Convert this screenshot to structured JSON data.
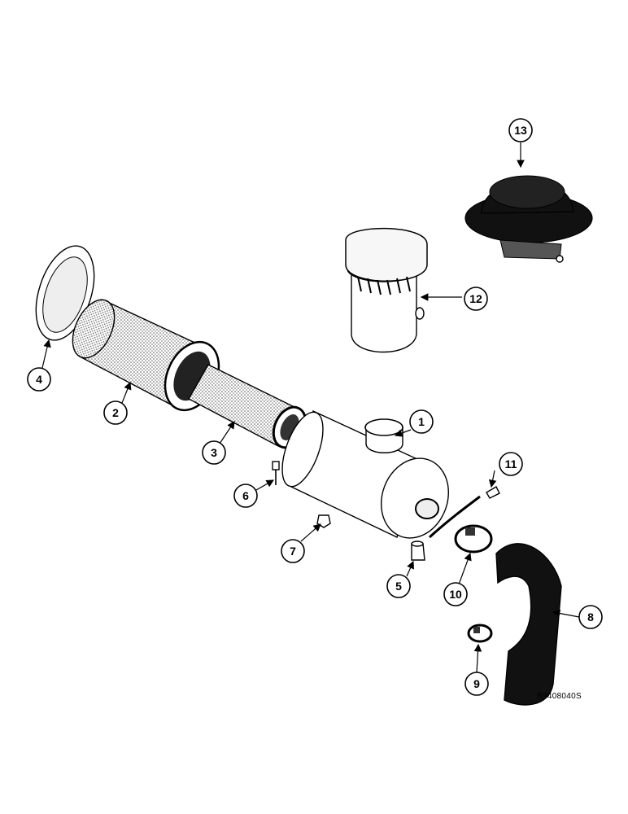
{
  "figure_ref": "B9408040S",
  "callouts": [
    "1",
    "2",
    "3",
    "4",
    "5",
    "6",
    "7",
    "8",
    "9",
    "10",
    "11",
    "12",
    "13"
  ]
}
